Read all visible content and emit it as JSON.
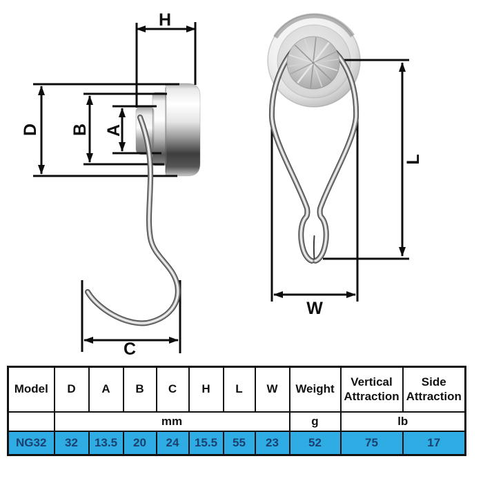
{
  "diagram": {
    "labels": {
      "h": "H",
      "d": "D",
      "b": "B",
      "a": "A",
      "c": "C",
      "l": "L",
      "w": "W"
    }
  },
  "table": {
    "headers": [
      "Model",
      "D",
      "A",
      "B",
      "C",
      "H",
      "L",
      "W",
      "Weight",
      "Vertical Attraction",
      "Side Attraction"
    ],
    "units": {
      "dims": "mm",
      "weight": "g",
      "attraction": "lb"
    },
    "row": {
      "model": "NG32",
      "values": [
        "32",
        "13.5",
        "20",
        "24",
        "15.5",
        "55",
        "23",
        "52",
        "75",
        "17"
      ]
    },
    "colors": {
      "row_bg": "#2EACE3",
      "row_text": "#1A4170",
      "border": "#111111"
    }
  }
}
